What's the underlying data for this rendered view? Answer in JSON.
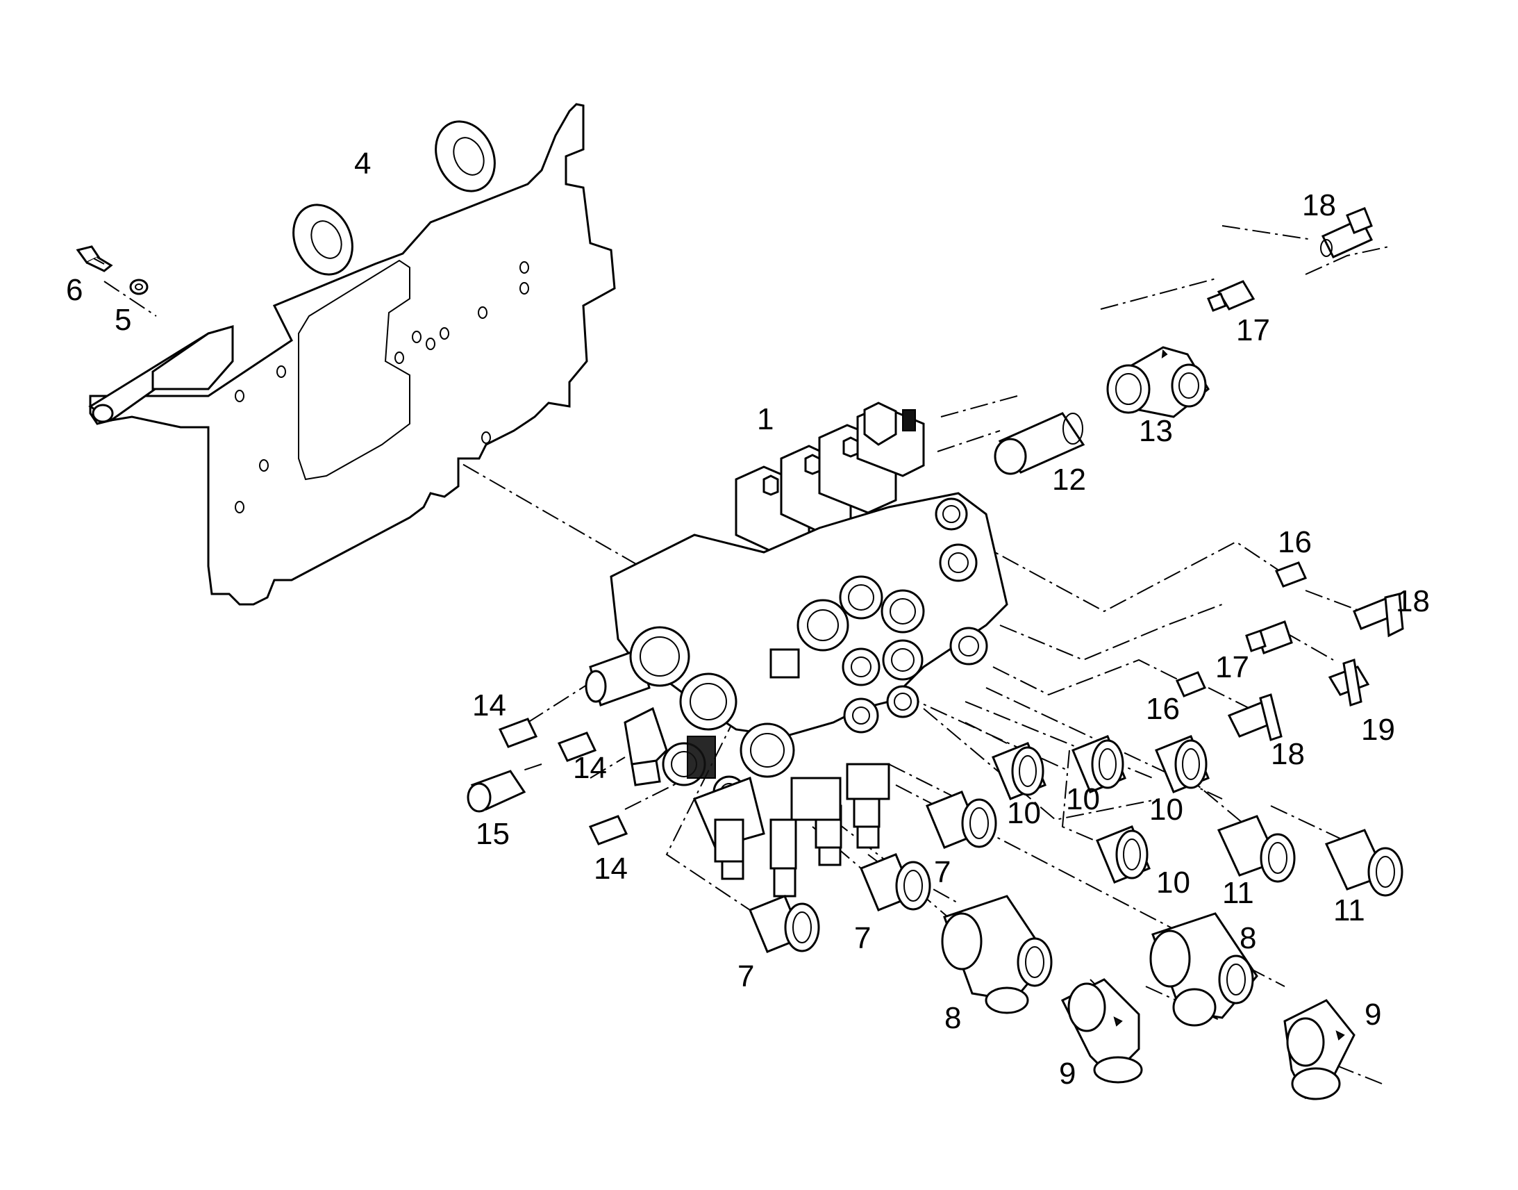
{
  "callouts": [
    {
      "id": "c1",
      "text": "1"
    },
    {
      "id": "c4",
      "text": "4"
    },
    {
      "id": "c5",
      "text": "5"
    },
    {
      "id": "c6",
      "text": "6"
    },
    {
      "id": "c7a",
      "text": "7"
    },
    {
      "id": "c7b",
      "text": "7"
    },
    {
      "id": "c7c",
      "text": "7"
    },
    {
      "id": "c8a",
      "text": "8"
    },
    {
      "id": "c8b",
      "text": "8"
    },
    {
      "id": "c9a",
      "text": "9"
    },
    {
      "id": "c9b",
      "text": "9"
    },
    {
      "id": "c10a",
      "text": "10"
    },
    {
      "id": "c10b",
      "text": "10"
    },
    {
      "id": "c10c",
      "text": "10"
    },
    {
      "id": "c10d",
      "text": "10"
    },
    {
      "id": "c11a",
      "text": "11"
    },
    {
      "id": "c11b",
      "text": "11"
    },
    {
      "id": "c12",
      "text": "12"
    },
    {
      "id": "c13",
      "text": "13"
    },
    {
      "id": "c14a",
      "text": "14"
    },
    {
      "id": "c14b",
      "text": "14"
    },
    {
      "id": "c14c",
      "text": "14"
    },
    {
      "id": "c15",
      "text": "15"
    },
    {
      "id": "c16a",
      "text": "16"
    },
    {
      "id": "c16b",
      "text": "16"
    },
    {
      "id": "c17a",
      "text": "17"
    },
    {
      "id": "c17b",
      "text": "17"
    },
    {
      "id": "c18a",
      "text": "18"
    },
    {
      "id": "c18b",
      "text": "18"
    },
    {
      "id": "c18c",
      "text": "18"
    },
    {
      "id": "c19",
      "text": "19"
    }
  ]
}
